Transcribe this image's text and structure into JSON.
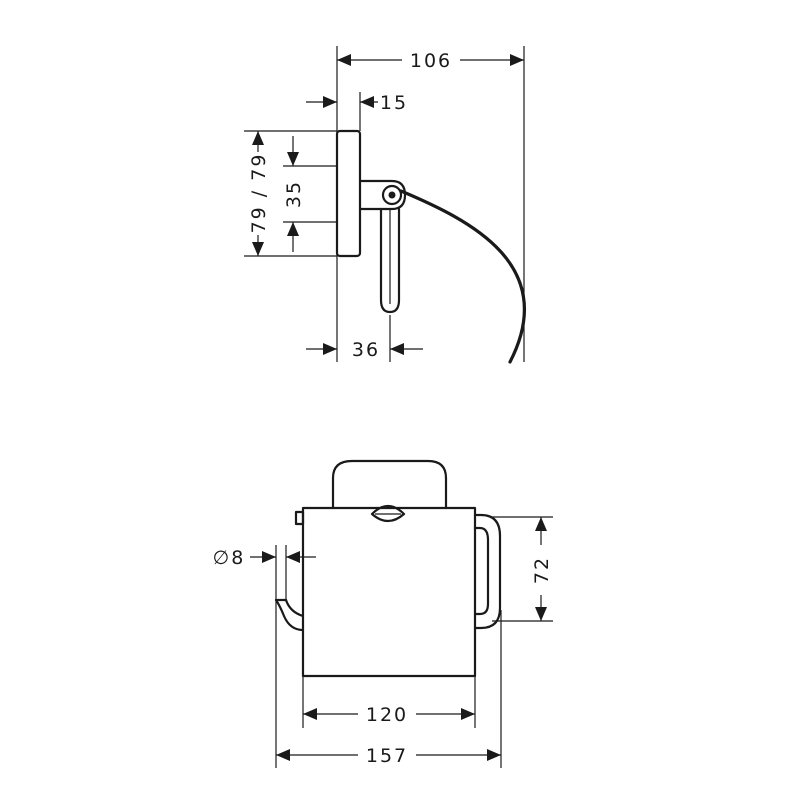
{
  "side_view": {
    "overall_depth": "106",
    "plate_thickness": "15",
    "height": "79 / 79",
    "mount_spacing": "35",
    "arm_offset": "36"
  },
  "front_view": {
    "rod_diameter": "∅8",
    "arm_height": "72",
    "cover_width": "120",
    "overall_width": "157"
  }
}
